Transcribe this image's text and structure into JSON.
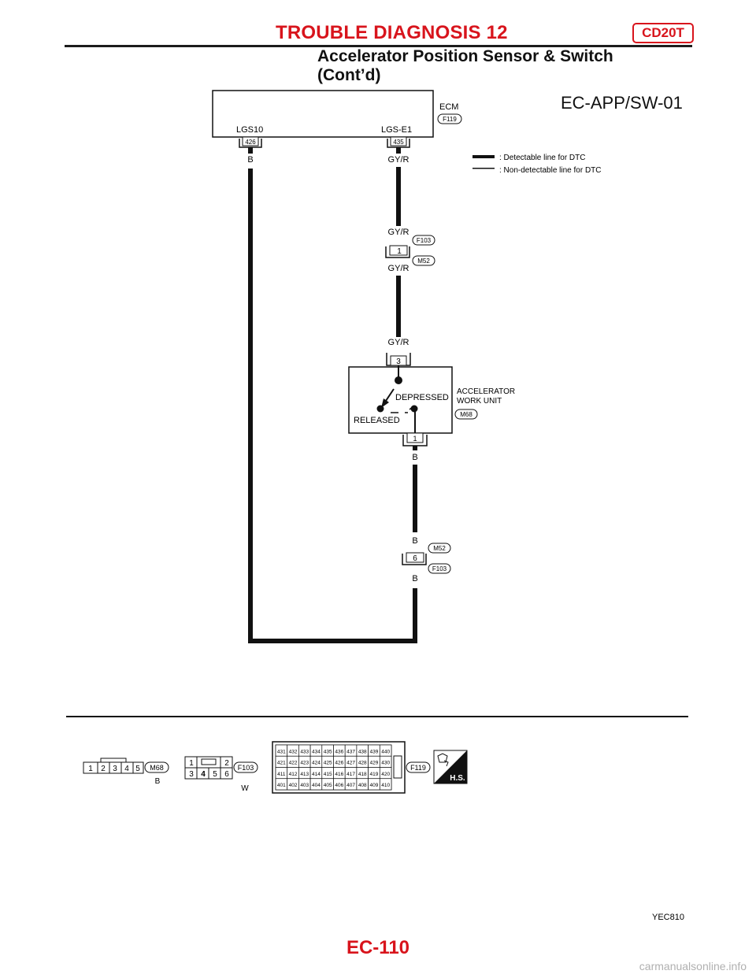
{
  "header": {
    "title": "TROUBLE DIAGNOSIS 12",
    "engine_badge": "CD20T",
    "subtitle_line1": "Accelerator Position Sensor & Switch",
    "subtitle_line2": "(Cont’d)"
  },
  "diagram": {
    "code": "EC-APP/SW-01",
    "ecm": {
      "label": "ECM",
      "connector": "F119",
      "pins": [
        {
          "name": "LGS10",
          "pin": "426",
          "wire": "B"
        },
        {
          "name": "LGS-E1",
          "pin": "435",
          "wire": "GY/R"
        }
      ]
    },
    "legend": {
      "detectable": ": Detectable line for DTC",
      "non_detectable": ": Non-detectable line for DTC"
    },
    "joint_upper": {
      "wire_top": "GY/R",
      "pin": "1",
      "wire_bottom": "GY/R",
      "connector_top": "F103",
      "connector_bottom": "M52"
    },
    "work_unit": {
      "wire_in": "GY/R",
      "pin_in": "3",
      "label_line1": "ACCELERATOR",
      "label_line2": "WORK UNIT",
      "connector": "M68",
      "depressed": "DEPRESSED",
      "released": "RELEASED",
      "pin_out": "1",
      "wire_out": "B"
    },
    "joint_lower": {
      "wire_top": "B",
      "pin": "6",
      "wire_bottom": "B",
      "connector_top": "M52",
      "connector_bottom": "F103"
    },
    "connector_views": {
      "m68": {
        "id": "M68",
        "color": "B",
        "pins": [
          "1",
          "2",
          "3",
          "4",
          "5"
        ]
      },
      "f103": {
        "id": "F103",
        "color": "W",
        "row1": [
          "1",
          "2"
        ],
        "row2": [
          "3",
          "4",
          "5",
          "6"
        ]
      },
      "f119": {
        "id": "F119",
        "rows": [
          [
            "431",
            "432",
            "433",
            "434",
            "435",
            "436",
            "437",
            "438",
            "439",
            "440"
          ],
          [
            "421",
            "422",
            "423",
            "424",
            "425",
            "426",
            "427",
            "428",
            "429",
            "430"
          ],
          [
            "411",
            "412",
            "413",
            "414",
            "415",
            "416",
            "417",
            "418",
            "419",
            "420"
          ],
          [
            "401",
            "402",
            "403",
            "404",
            "405",
            "406",
            "407",
            "408",
            "409",
            "410"
          ]
        ]
      },
      "hs_badge": "H.S."
    },
    "figure_code": "YEC810"
  },
  "footer": {
    "page": "EC-110",
    "watermark": "carmanualsonline.info"
  }
}
